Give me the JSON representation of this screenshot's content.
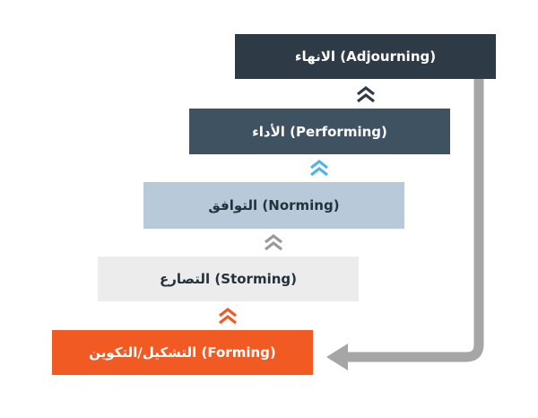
{
  "stages": {
    "adjourning": {
      "label": "الانهاء (Adjourning)"
    },
    "performing": {
      "label": "الأداء (Performing)"
    },
    "norming": {
      "label": "التوافق (Norming)"
    },
    "storming": {
      "label": "التصارع (Storming)"
    },
    "forming": {
      "label": "التشكيل/التكوين (Forming)"
    }
  },
  "icons": {
    "up_chevron": "double-chevron-up-icon",
    "loop_arrow": "return-arrow-icon"
  },
  "colors": {
    "adjourning": "#2e3b46",
    "performing": "#3e5262",
    "norming": "#b8cad9",
    "storming": "#ececec",
    "forming": "#f15a22",
    "chevron_dark": "#2e3b46",
    "chevron_blue": "#4fb4ea",
    "chevron_gray": "#9a9a9a",
    "chevron_orange": "#f15a22",
    "loop_arrow": "#a6a6a6"
  }
}
